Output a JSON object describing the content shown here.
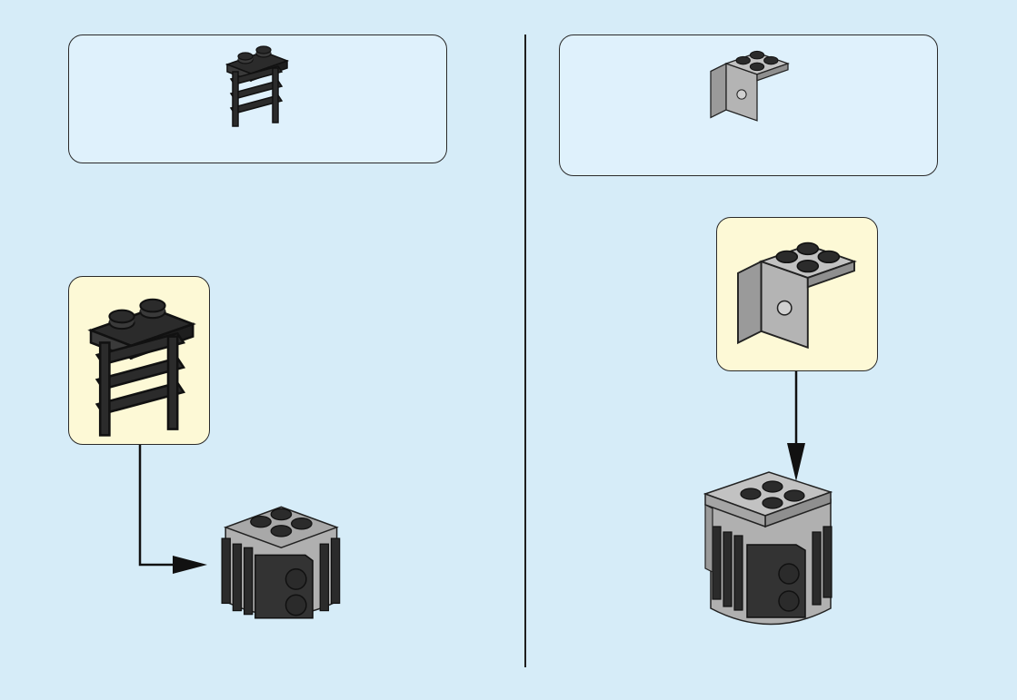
{
  "steps": [
    {
      "parts_list": [
        {
          "part": "black-ladder-plate-1x2",
          "color": "#2b2b2b",
          "quantity": ""
        }
      ],
      "callout_part": "black-ladder-plate-1x2",
      "assembly": "grey-2x2-round-brick-with-black-fins"
    },
    {
      "parts_list": [
        {
          "part": "light-grey-bracket-2x2",
          "color": "#a9a9a9",
          "quantity": ""
        }
      ],
      "callout_part": "light-grey-bracket-2x2",
      "assembly": "grey-2x2-round-brick-with-black-fins"
    }
  ],
  "colors": {
    "background": "#d6ecf8",
    "parts_box": "#dff1fc",
    "callout": "#fdf9d6",
    "black_part": "#2b2b2b",
    "grey_part": "#a9a9a9",
    "outline": "#1f1f1f"
  },
  "icons": [
    "ladder-plate-icon",
    "bracket-icon",
    "arrow-right-icon",
    "arrow-down-icon"
  ]
}
